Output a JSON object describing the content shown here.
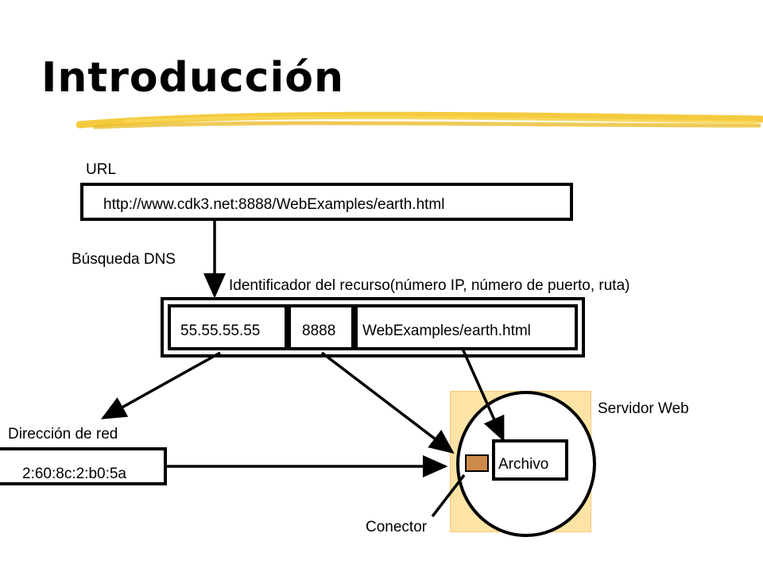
{
  "title": "Introducción",
  "url_label": "URL",
  "url_value": "http://www.cdk3.net:8888/WebExamples/earth.html",
  "dns_label": "Búsqueda DNS",
  "resource_label": "Identificador del recurso(número IP, número de puerto, ruta)",
  "resource": {
    "ip": "55.55.55.55",
    "port": "8888",
    "path": "WebExamples/earth.html"
  },
  "network_label": "Dirección de red",
  "network_value": "2:60:8c:2:b0:5a",
  "server_label": "Servidor Web",
  "file_label": "Archivo",
  "connector_label": "Conector",
  "colors": {
    "highlighter": "#f3c52a",
    "server_background": "#fde3a5",
    "connector": "#cd8a4a"
  }
}
